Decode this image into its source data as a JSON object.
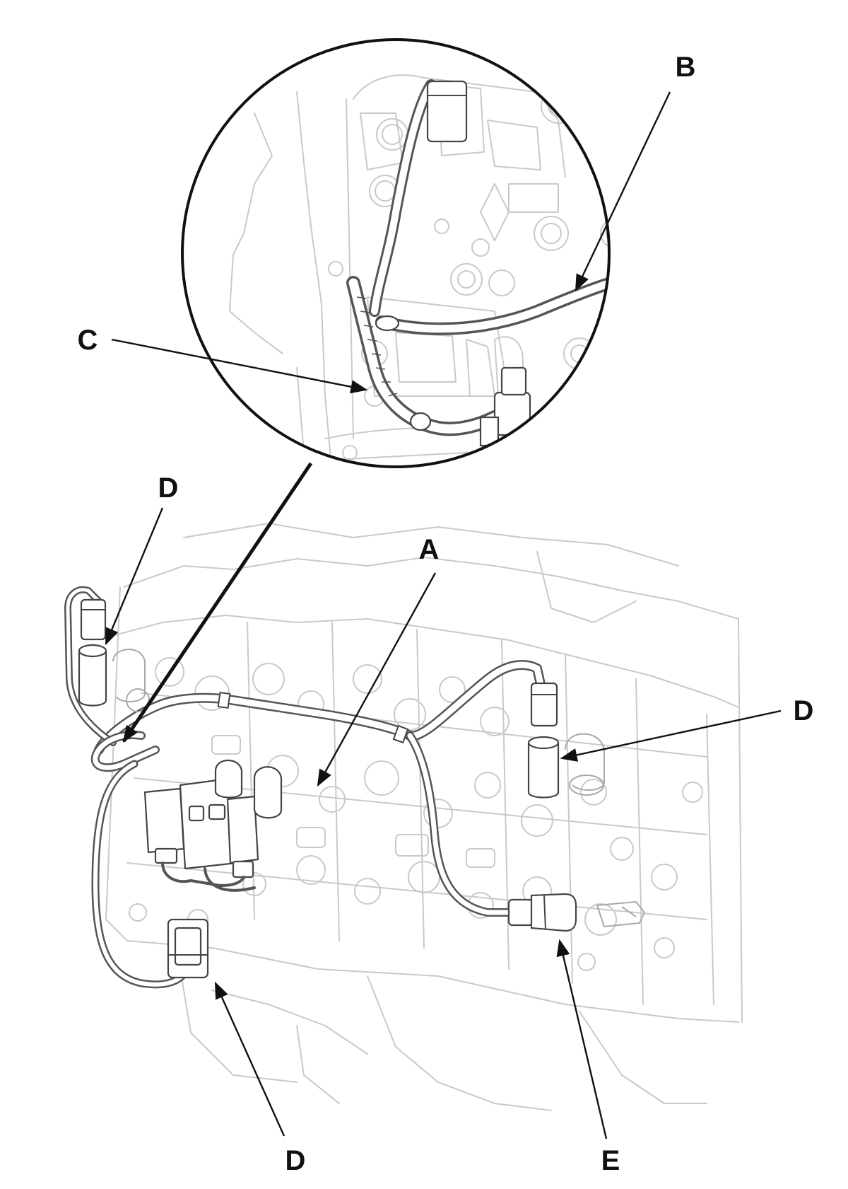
{
  "callouts": {
    "A": "A",
    "B": "B",
    "C": "C",
    "D_top_left": "D",
    "D_right": "D",
    "D_bottom": "D",
    "E": "E"
  },
  "colors": {
    "line": "#111111",
    "wire": "#555555",
    "ghost": "#c9c9c9",
    "background": "#ffffff"
  }
}
